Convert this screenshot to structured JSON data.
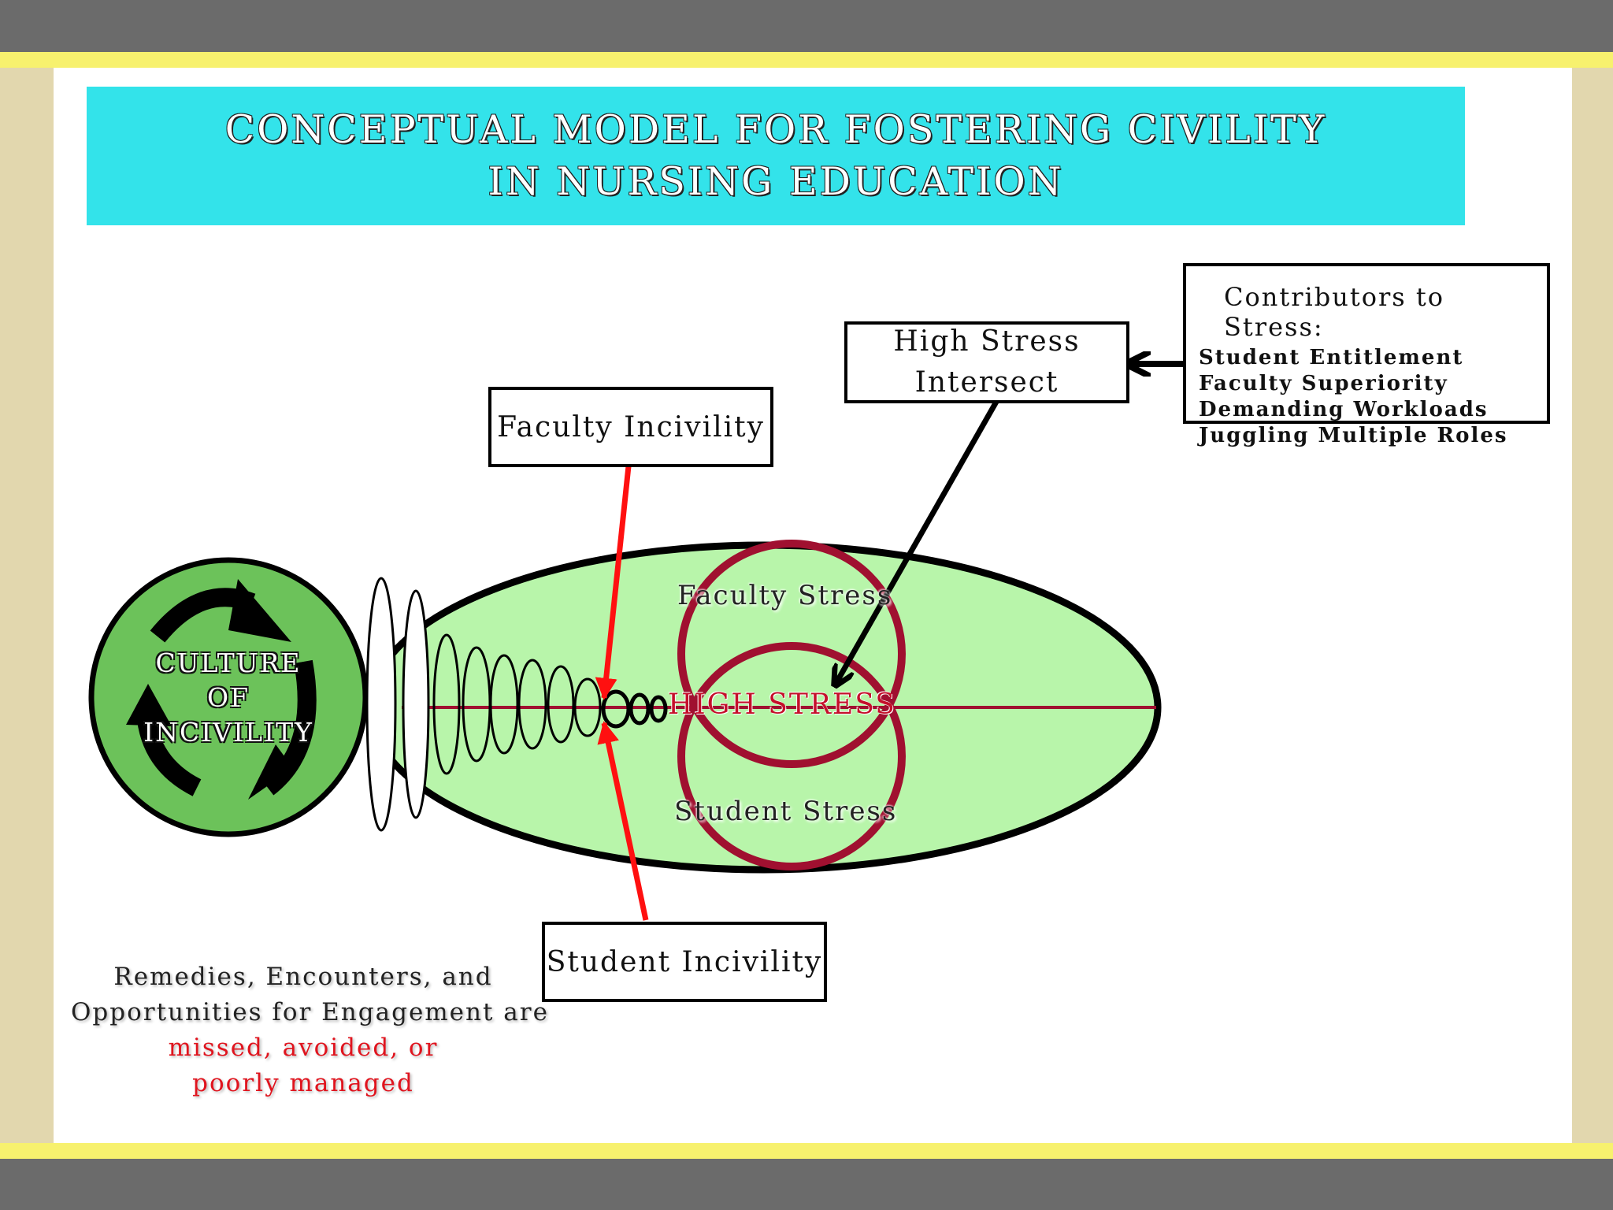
{
  "title": {
    "line1": "CONCEPTUAL MODEL FOR FOSTERING CIVILITY",
    "line2": "IN NURSING EDUCATION"
  },
  "culture": {
    "line1": "CULTURE",
    "line2": "OF",
    "line3": "INCIVILITY"
  },
  "boxes": {
    "faculty_incivility": "Faculty Incivility",
    "student_incivility": "Student Incivility",
    "high_stress_line1": "High Stress",
    "high_stress_line2": "Intersect"
  },
  "contributors": {
    "heading": "Contributors to Stress:",
    "items": [
      "Student Entitlement",
      "Faculty Superiority",
      "Demanding Workloads",
      "Juggling Multiple Roles"
    ]
  },
  "ellipse_labels": {
    "faculty_stress": "Faculty Stress",
    "high_stress": "HIGH STRESS",
    "student_stress": "Student Stress"
  },
  "remedies": {
    "line1": "Remedies, Encounters, and",
    "line2": "Opportunities for Engagement are",
    "line3": "missed, avoided, or",
    "line4": "poorly managed"
  },
  "colors": {
    "title_bg": "#33e3ea",
    "culture_green": "#6cc25a",
    "ellipse_fill": "#b8f5aa",
    "stress_ring": "#a01030",
    "arrow_red": "#ff1010",
    "accent_stripe": "#f7f16e"
  }
}
